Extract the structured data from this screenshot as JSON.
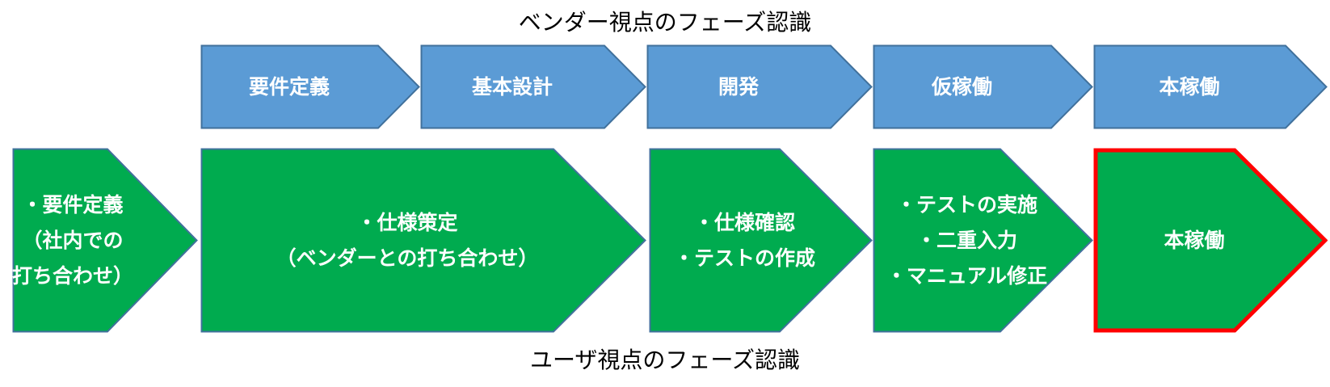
{
  "titles": {
    "vendor": "ベンダー視点のフェーズ認識",
    "user": "ユーザ視点のフェーズ認識"
  },
  "vendor_phases": [
    {
      "label": "要件定義"
    },
    {
      "label": "基本設計"
    },
    {
      "label": "開発"
    },
    {
      "label": "仮稼働"
    },
    {
      "label": "本稼働"
    }
  ],
  "user_phases": [
    {
      "lines": [
        "・要件定義",
        "（社内での",
        "打ち合わせ）"
      ]
    },
    {
      "lines": [
        "・仕様策定",
        "（ベンダーとの打ち合わせ）"
      ]
    },
    {
      "lines": [
        "・仕様確認",
        "・テストの作成"
      ]
    },
    {
      "lines": [
        "・テストの実施",
        "・二重入力",
        "・マニュアル修正"
      ]
    },
    {
      "lines": [
        "本稼働"
      ],
      "highlighted": true
    }
  ],
  "colors": {
    "blue": {
      "fill": "#5B9BD5",
      "stroke": "#41719C",
      "stroke_width": 2
    },
    "green": {
      "fill": "#00AB4F",
      "stroke": "#41719C",
      "stroke_width": 2
    },
    "highlight": {
      "fill": "#00AB4F",
      "stroke": "#FF0000",
      "stroke_width": 5
    },
    "label_text": "#FFFFFF",
    "title_text": "#000000"
  }
}
